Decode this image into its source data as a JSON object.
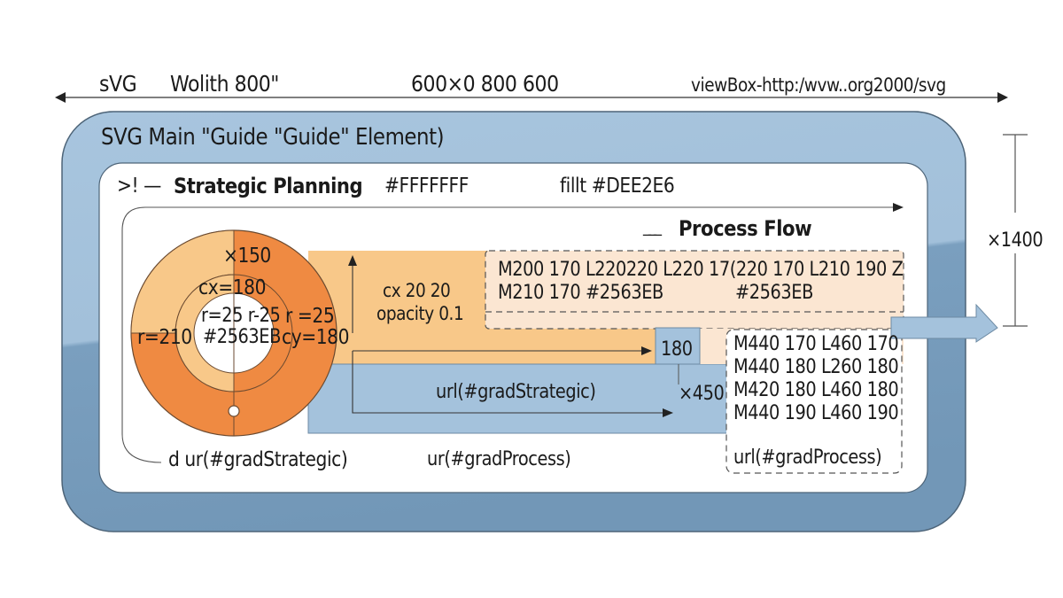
{
  "top_dim": {
    "left_label": "sVG",
    "width_label": "Wolith 800\"",
    "center_label": "600×0 800 600",
    "right_label": "viewBox-http:/wvw..org2000/svg"
  },
  "main_frame": {
    "title": "SVG Main \"Guide \"Guide\" Element)"
  },
  "inner_panel": {
    "header_prefix": ">! —",
    "header_title": "Strategic Planning",
    "fill_white": "#FFFFFFF",
    "fill_gray": "fillt #DEE2E6",
    "footer_left": "d ur(#gradStrategic)",
    "footer_center": "ur(#gradProcess)"
  },
  "process_flow": {
    "prefix": "___",
    "title": "Process Flow"
  },
  "circle": {
    "top_label": "×150",
    "cx_label": "cx=180",
    "inner_r_label": "r=25 r-25",
    "inner_color_label": "#2563EB",
    "right_r_label": "r =25",
    "cy_label": "cy=180",
    "left_r_label": "r=210"
  },
  "orange_band": {
    "line1": "cx 20 20",
    "line2": "opacity 0.1"
  },
  "path_box": {
    "line1": "M200 170 L220220 L220 17(220 170 L210 190 Z",
    "line2a": "M210 170 #2563EB",
    "line2b": "#2563EB"
  },
  "blue_band": {
    "label": "url(#gradStrategic)",
    "node_label": "180",
    "x_label": "×450"
  },
  "lines_box": {
    "lines": [
      "M440 170 L460 170",
      "M440 180 L260 180",
      "M420 180 L460 180",
      "M440 190 L460 190"
    ],
    "footer": "url(#gradProcess)"
  },
  "right_dim": {
    "label": "×1400"
  },
  "colors": {
    "frame_light": "#A6C3DD",
    "frame_dark": "#7499BA",
    "orange_dark": "#EF8A42",
    "orange_light": "#F8C889",
    "peach": "#FBE6D2",
    "blue_band": "#A4C2DC",
    "stroke": "#4a4a4a"
  }
}
